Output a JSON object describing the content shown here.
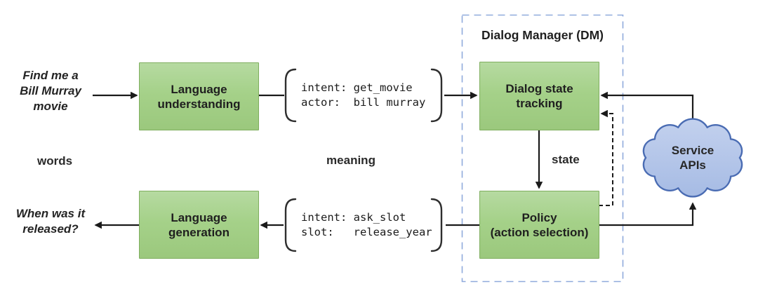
{
  "diagram": {
    "input_utterance": "Find me a\nBill Murray\nmovie",
    "output_utterance": "When was it\nreleased?",
    "words_label": "words",
    "meaning_label": "meaning",
    "state_label": "state",
    "boxes": {
      "language_understanding": "Language\nunderstanding",
      "language_generation": "Language\ngeneration",
      "dialog_state_tracking": "Dialog state\ntracking",
      "policy": "Policy\n(action selection)"
    },
    "dialog_manager_title": "Dialog Manager (DM)",
    "service_apis_label": "Service\nAPIs",
    "nlu_frame": "intent: get_movie\nactor:  bill murray",
    "nlg_frame": "intent: ask_slot\nslot:   release_year",
    "colors": {
      "box_fill": "#a5d189",
      "box_border": "#7fae5f",
      "dialog_manager_border": "#8faadc",
      "cloud_fill": "#b4c7e7",
      "cloud_border": "#4a6cb3",
      "line": "#1a1a1a",
      "text": "#212121"
    }
  }
}
